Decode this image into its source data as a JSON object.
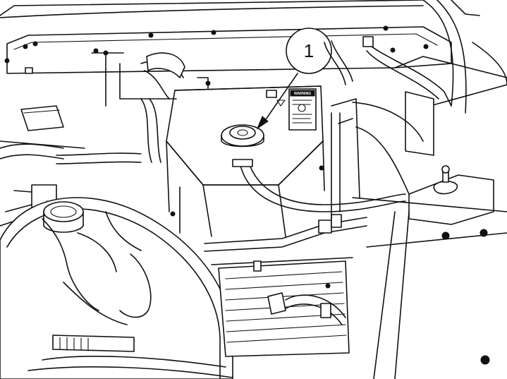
{
  "figure": {
    "callout": {
      "number": "1"
    },
    "warning_label": {
      "title": "WARNING"
    }
  },
  "components": [
    "coolant-reservoir",
    "radiator-cap",
    "warning-decal",
    "air-intake-duct",
    "coolant-hoses",
    "frame-rails",
    "engine-cover-panel"
  ],
  "colors": {
    "line": "#111111",
    "background": "#ffffff"
  }
}
